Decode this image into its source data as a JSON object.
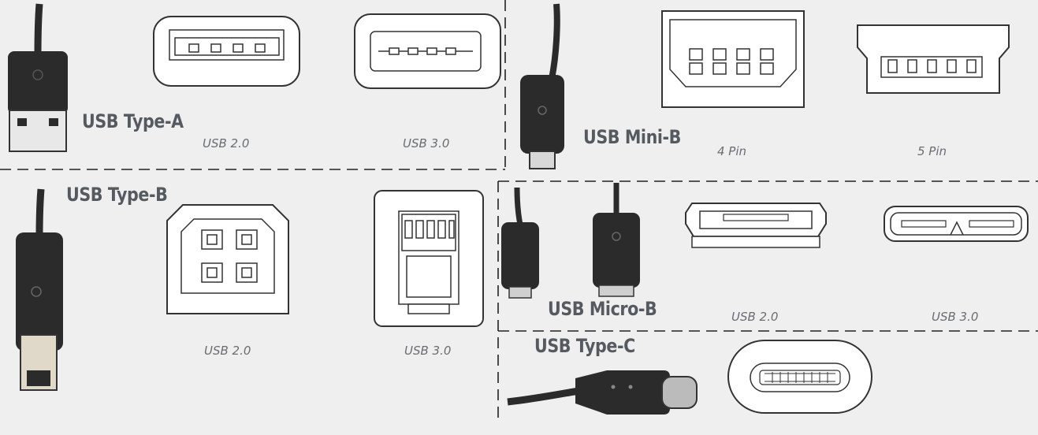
{
  "colors": {
    "background": "#efefef",
    "line": "#222222",
    "title": "#555a60",
    "caption": "#6a6e72",
    "cable": "#2b2b2b"
  },
  "sections": {
    "type_a": {
      "title": "USB Type-A",
      "left_caption": "USB 2.0",
      "right_caption": "USB 3.0"
    },
    "mini_b": {
      "title": "USB Mini-B",
      "left_caption": "4 Pin",
      "right_caption": "5 Pin"
    },
    "type_b": {
      "title": "USB Type-B",
      "left_caption": "USB 2.0",
      "right_caption": "USB 3.0"
    },
    "micro_b": {
      "title": "USB Micro-B",
      "left_caption": "USB 2.0",
      "right_caption": "USB 3.0"
    },
    "type_c": {
      "title": "USB Type-C"
    }
  }
}
